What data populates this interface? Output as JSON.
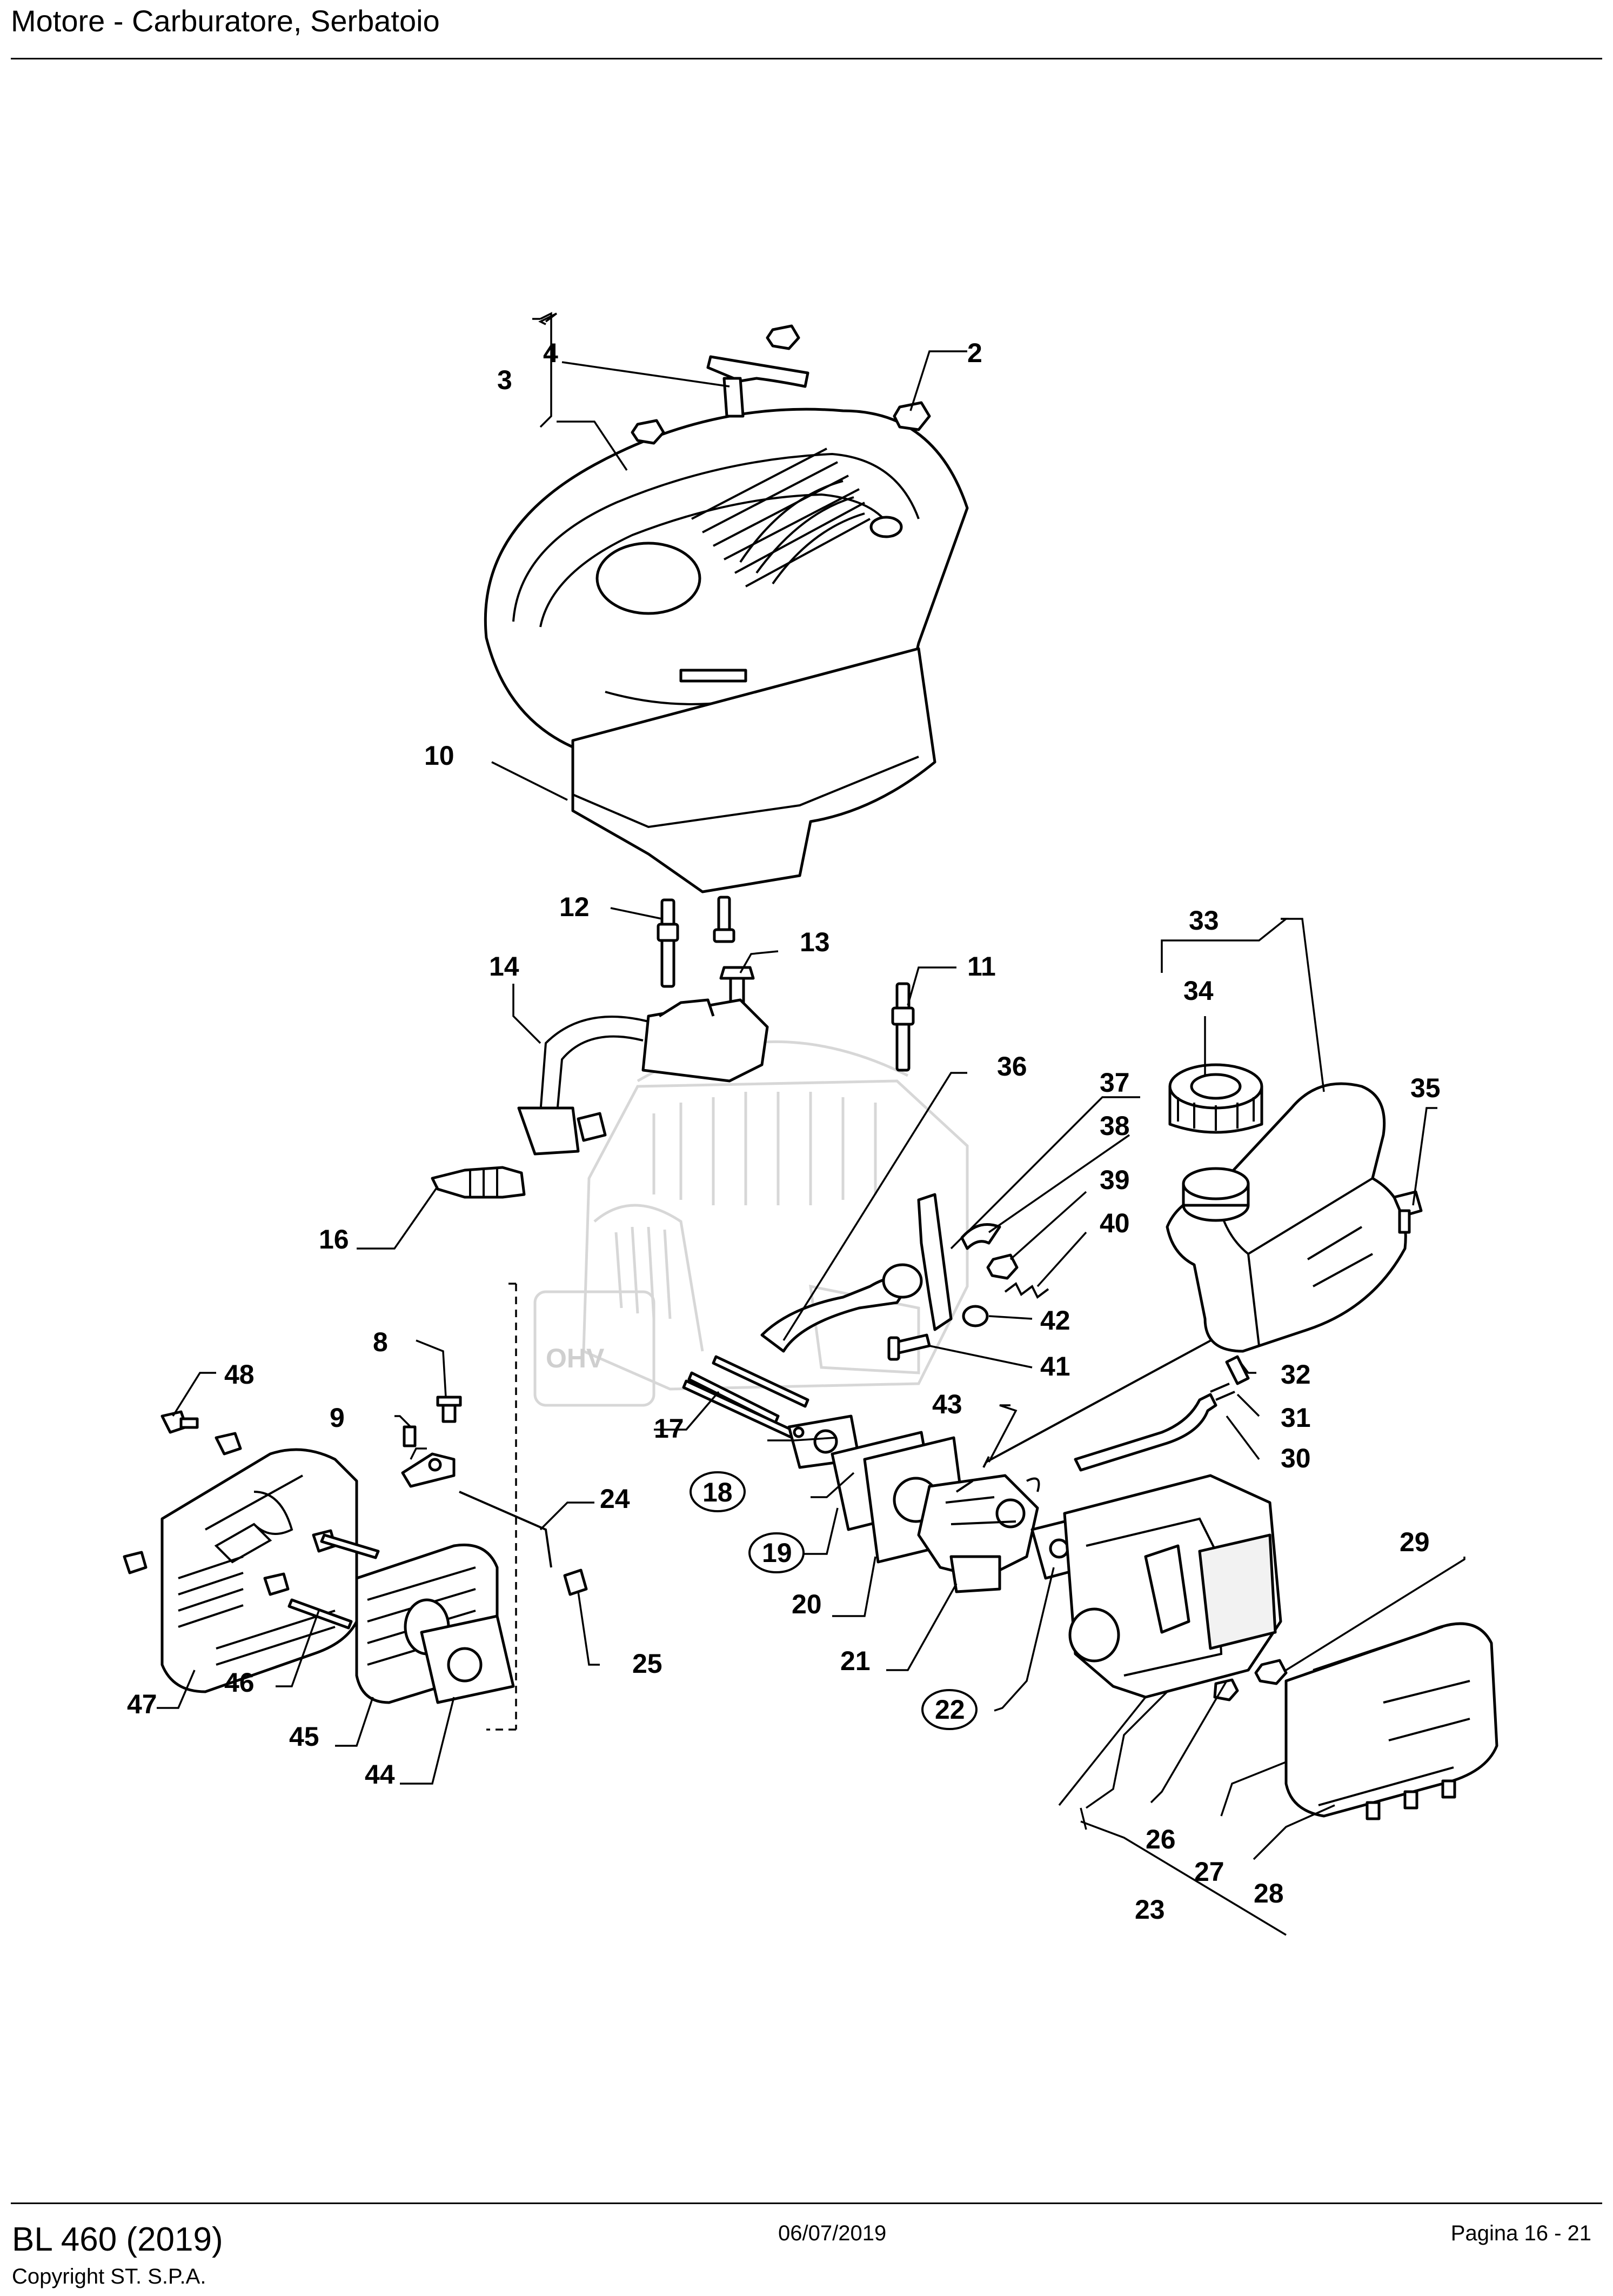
{
  "header": {
    "title": "Motore - Carburatore, Serbatoio"
  },
  "footer": {
    "model": "BL 460 (2019)",
    "copyright": "Copyright ST. S.P.A.",
    "date": "06/07/2019",
    "page": "Pagina 16 - 21"
  },
  "callouts": {
    "c2": "2",
    "c3": "3",
    "c4": "4",
    "c8": "8",
    "c9": "9",
    "c10": "10",
    "c11": "11",
    "c12": "12",
    "c13": "13",
    "c14": "14",
    "c16": "16",
    "c17": "17",
    "c18": "18",
    "c19": "19",
    "c20": "20",
    "c21": "21",
    "c22": "22",
    "c23": "23",
    "c24": "24",
    "c25": "25",
    "c26": "26",
    "c27": "27",
    "c28": "28",
    "c29": "29",
    "c30": "30",
    "c31": "31",
    "c32": "32",
    "c33": "33",
    "c34": "34",
    "c35": "35",
    "c36": "36",
    "c37": "37",
    "c38": "38",
    "c39": "39",
    "c40": "40",
    "c41": "41",
    "c42": "42",
    "c43": "43",
    "c44": "44",
    "c45": "45",
    "c46": "46",
    "c47": "47",
    "c48": "48"
  },
  "engine_logo": "OHV"
}
